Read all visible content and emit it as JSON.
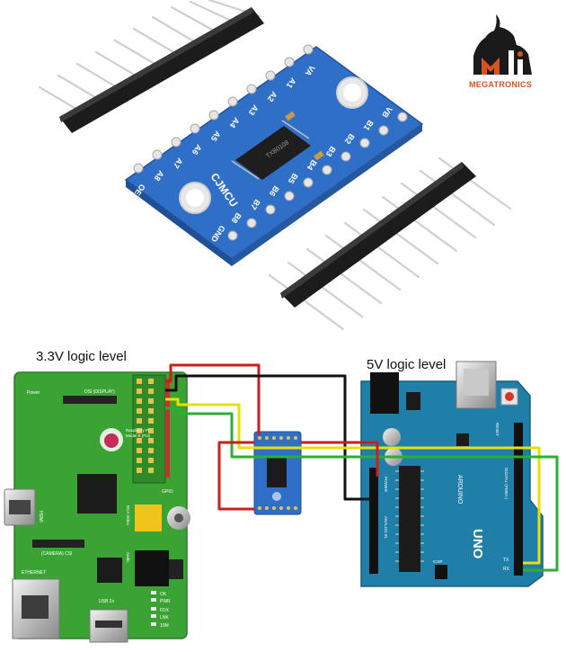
{
  "logo": {
    "text": "MEGATRONICS",
    "mark": "Mi",
    "color": "#d9531e"
  },
  "module": {
    "brand": "CJMCU",
    "chip": "TXB0108",
    "left_pins": [
      "VA",
      "A1",
      "A2",
      "A3",
      "A4",
      "A5",
      "A6",
      "A7",
      "A8",
      "OE"
    ],
    "right_pins": [
      "VB",
      "B1",
      "B2",
      "B3",
      "B4",
      "B5",
      "B6",
      "B7",
      "B8",
      "GND"
    ],
    "board_color": "#2f6fc8"
  },
  "diagram": {
    "left_label": "3.3V logic level",
    "right_label": "5V logic level",
    "pi": {
      "color": "#3aa334",
      "labels": [
        "Power",
        "DSI (DISPLAY)",
        "Raspberry Pi",
        "Model B (Pi3)",
        "GPIO",
        "HDMI",
        "RCA Video",
        "Audio",
        "(CAMERA) CSI",
        "ETHERNET",
        "USB 2x",
        "OK",
        "PWR",
        "FDX",
        "LNK",
        "10M"
      ]
    },
    "arduino": {
      "color": "#1f7fa8",
      "labels": [
        "UNO",
        "ARDUINO",
        "ICSP",
        "RESET",
        "DIGITAL (PWM~)",
        "ANALOG IN",
        "POWER",
        "TX",
        "RX"
      ]
    },
    "wire_colors": {
      "red": "#c81e1e",
      "black": "#111111",
      "yellow": "#e8e000",
      "green": "#2fae37"
    }
  }
}
